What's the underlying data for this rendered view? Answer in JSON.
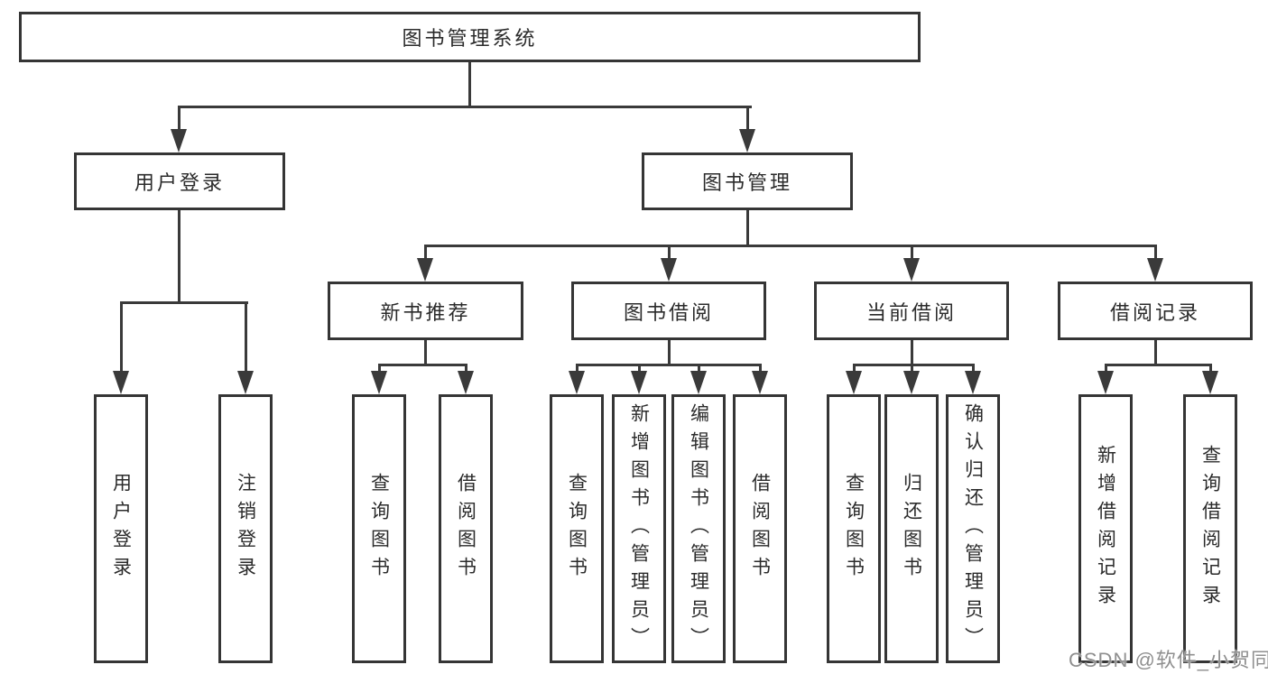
{
  "nodes": {
    "root": "图书管理系统",
    "user_login": "用户登录",
    "book_management": "图书管理",
    "new_book_recommend": "新书推荐",
    "book_borrow": "图书借阅",
    "current_borrow": "当前借阅",
    "borrow_records": "借阅记录"
  },
  "leaves": {
    "user_login": "用户登录",
    "logout": "注销登录",
    "nb_query_books": "查询图书",
    "nb_borrow_books": "借阅图书",
    "bb_query_books": "查询图书",
    "bb_add_books_admin": "新增图书（管理员）",
    "bb_edit_books_admin": "编辑图书（管理员）",
    "bb_borrow_books": "借阅图书",
    "cb_query_books": "查询图书",
    "cb_return_books": "归还图书",
    "cb_confirm_return_admin": "确认归还（管理员）",
    "br_add_record": "新增借阅记录",
    "br_query_record": "查询借阅记录"
  },
  "watermark": "CSDN @软件_小贺同学",
  "colors": {
    "line": "#3a3a3a",
    "box_border": "#353535",
    "text": "#2b2b2b",
    "watermark": "#8f8f8f",
    "background": "#ffffff"
  }
}
